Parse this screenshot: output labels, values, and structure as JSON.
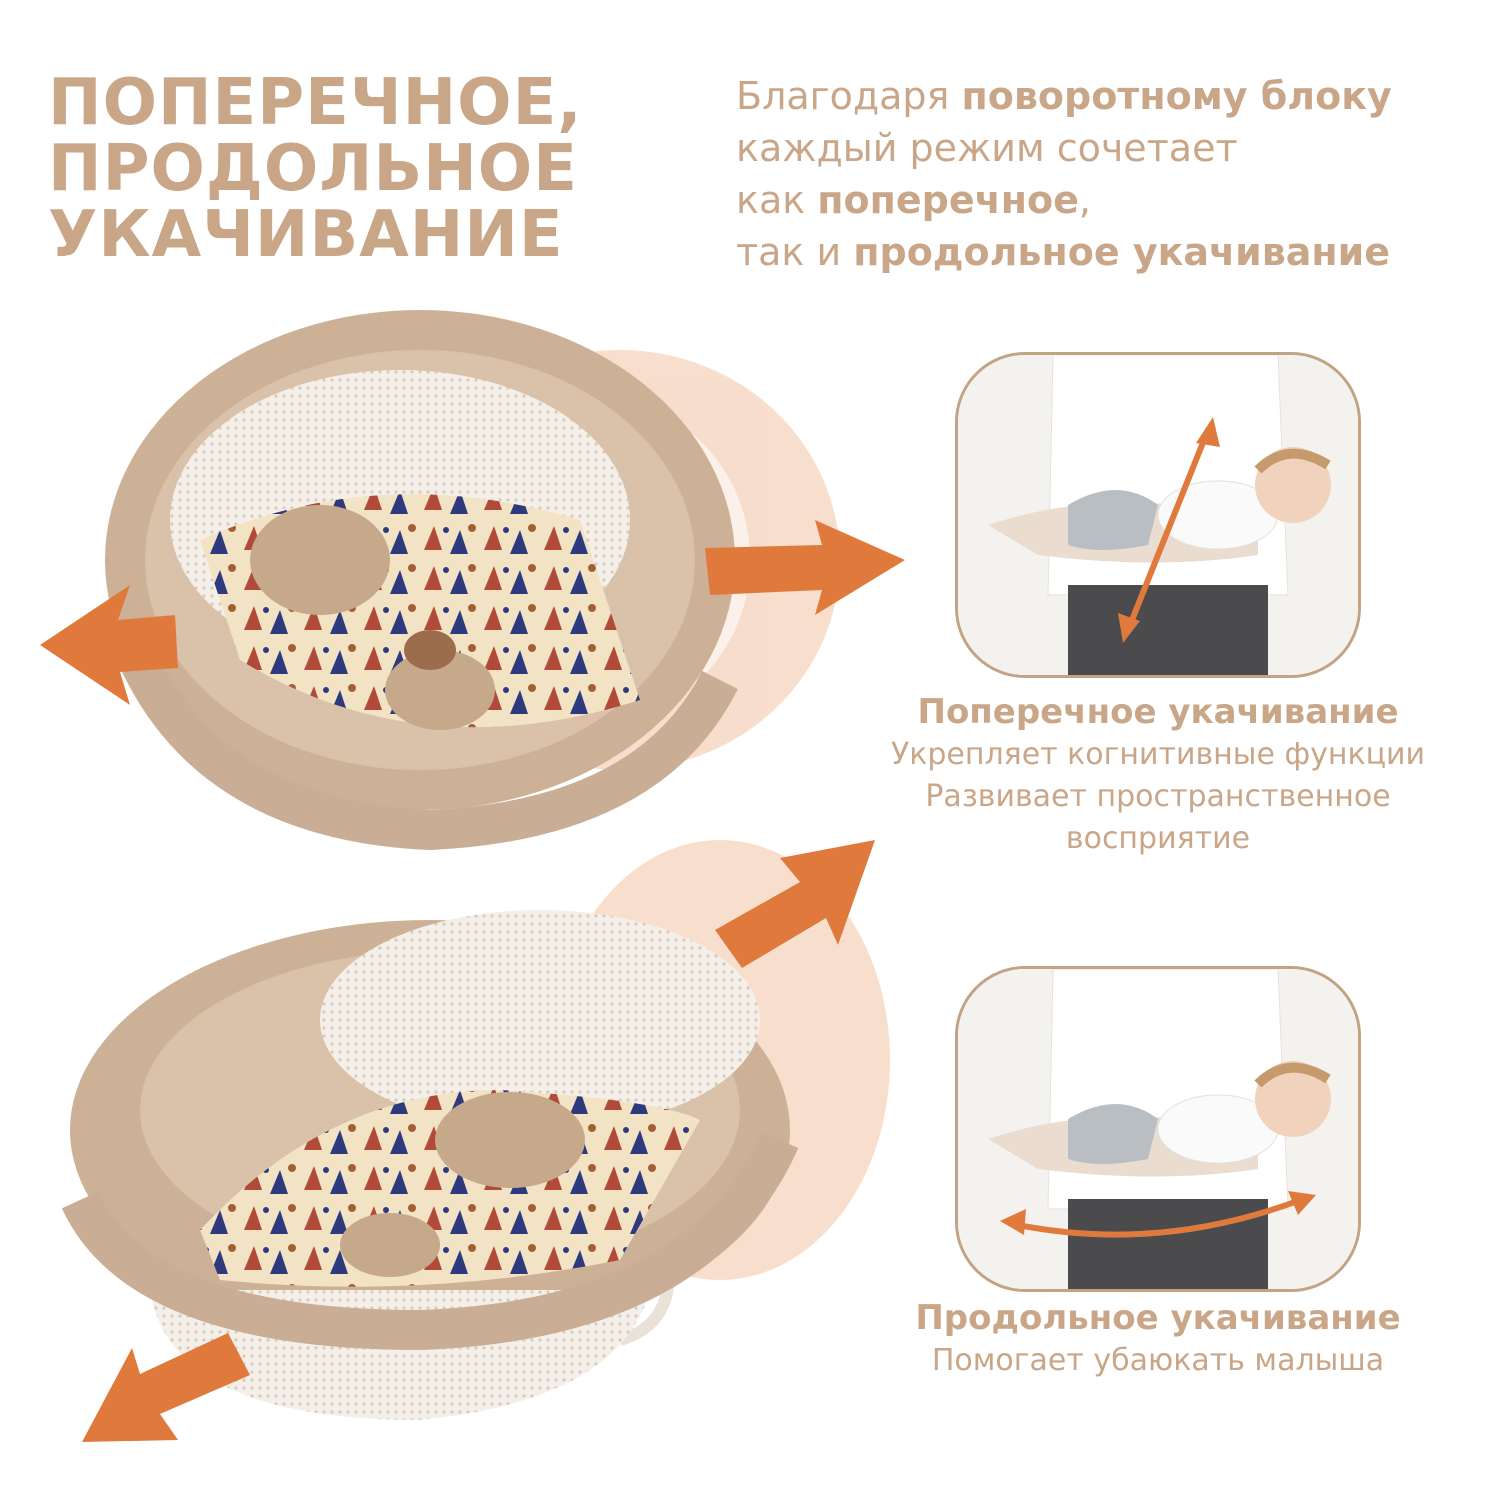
{
  "title": {
    "line1": "ПОПЕРЕЧНОЕ,",
    "line2": "ПРОДОЛЬНОЕ",
    "line3": "УКАЧИВАНИЕ"
  },
  "intro": {
    "l1_plain": "Благодаря ",
    "l1_bold": "поворотному блоку",
    "l2_plain": "каждый режим сочетает",
    "l3_plain": "как ",
    "l3_bold": "поперечное",
    "l3_tail": ",",
    "l4_plain": "так и ",
    "l4_bold": "продольное укачивание"
  },
  "transverse": {
    "heading": "Поперечное укачивание",
    "line1": "Укрепляет когнитивные функции",
    "line2": "Развивает пространственное",
    "line3": "восприятие"
  },
  "longitudinal": {
    "heading": "Продольное укачивание",
    "line1": "Помогает убаюкать малыша"
  },
  "colors": {
    "text": "#c9a688",
    "arrow": "#e07a3c",
    "frame": "#c2a383",
    "plush": "#c9ad94"
  }
}
